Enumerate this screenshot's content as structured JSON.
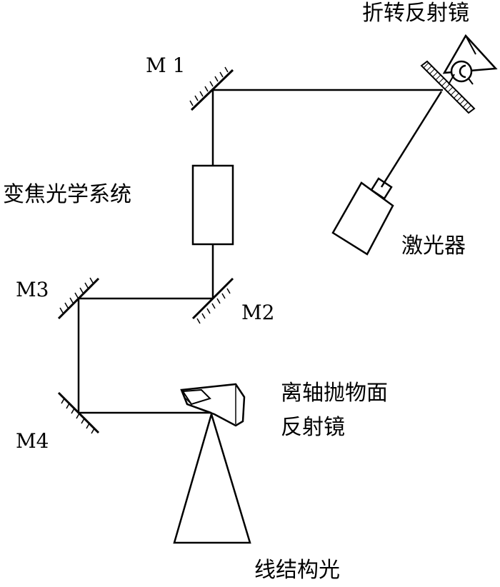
{
  "labels": {
    "fold_mirror": "折转反射镜",
    "m1": "M 1",
    "zoom_system": "变焦光学系统",
    "laser": "激光器",
    "m3": "M3",
    "m2": "M2",
    "oap_line1": "离轴抛物面",
    "oap_line2": "反射镜",
    "m4": "M4",
    "line_structured_light": "线结构光"
  },
  "colors": {
    "stroke": "#000000",
    "background": "#ffffff"
  }
}
